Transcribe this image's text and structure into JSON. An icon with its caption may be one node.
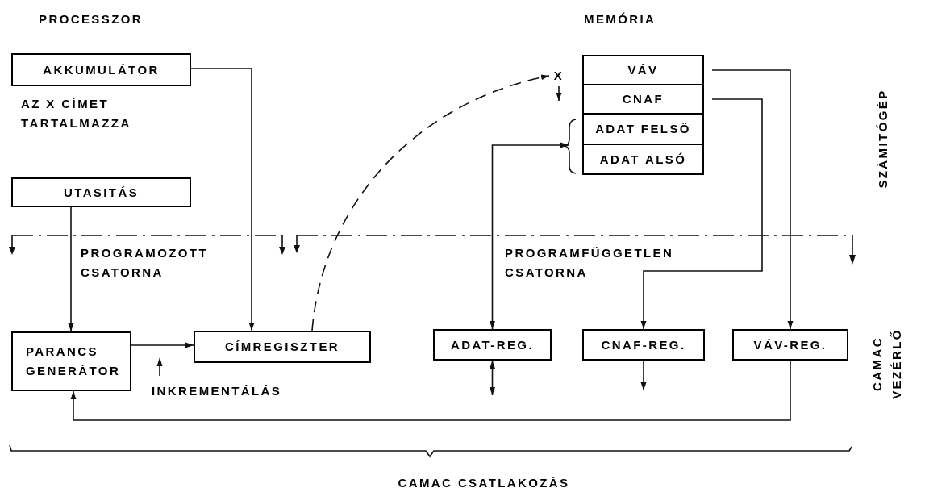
{
  "diagram": {
    "nodes": [
      {
        "text": [
          "AKKUMULÁTOR"
        ],
        "beside": [
          "AZ X CÍMET TARTALMAZZA"
        ]
      },
      {
        "text": [
          "UTASITÁS"
        ]
      },
      {
        "text": [
          "PARANCS GENERÁTOR"
        ]
      },
      {
        "text": [
          "CÍMREGISZTER"
        ]
      },
      {
        "text": [
          "X"
        ]
      },
      {
        "text": [
          "VÁV"
        ]
      },
      {
        "text": [
          "CNAF"
        ]
      },
      {
        "text": [
          "ADAT FELSŐ"
        ]
      },
      {
        "text": [
          "ADAT ALSÓ"
        ]
      },
      {
        "text": [
          "ADAT-REG."
        ]
      },
      {
        "text": [
          "CNAF-REG."
        ]
      },
      {
        "text": [
          "VÁV-REG."
        ]
      }
    ],
    "edges": [
      {
        "from": 0,
        "to": 3,
        "arrow": "to"
      },
      {
        "from": 1,
        "to": 2,
        "arrow": "to"
      },
      {
        "from": 2,
        "to": 3,
        "arrow": "to"
      },
      {
        "from": 3,
        "to": 4,
        "arrow": "to",
        "style": "dashed"
      },
      {
        "from": 4,
        "to": null,
        "arrow": "to"
      },
      {
        "from": 9,
        "to": 7,
        "arrow": "both"
      },
      {
        "from": 9,
        "to": 8,
        "arrow": "both"
      },
      {
        "from": 5,
        "to": 11,
        "arrow": "to"
      },
      {
        "from": 6,
        "to": 10,
        "arrow": "to"
      },
      {
        "from": 9,
        "to": null,
        "arrow": "both"
      },
      {
        "from": 10,
        "to": null,
        "arrow": "to"
      },
      {
        "from": 11,
        "to": 2,
        "arrow": "to"
      }
    ],
    "labels": [
      "PROCESSZOR",
      "MEMÓRIA",
      "SZÁMITÓGÉP",
      "PROGRAMOZOTT CSATORNA",
      "PROGRAMFÜGGETLEN CSATORNA",
      "INKREMENTÁLÁS",
      "CAMAC VEZÉRLŐ",
      "CAMAC CSATLAKOZÁS"
    ]
  }
}
